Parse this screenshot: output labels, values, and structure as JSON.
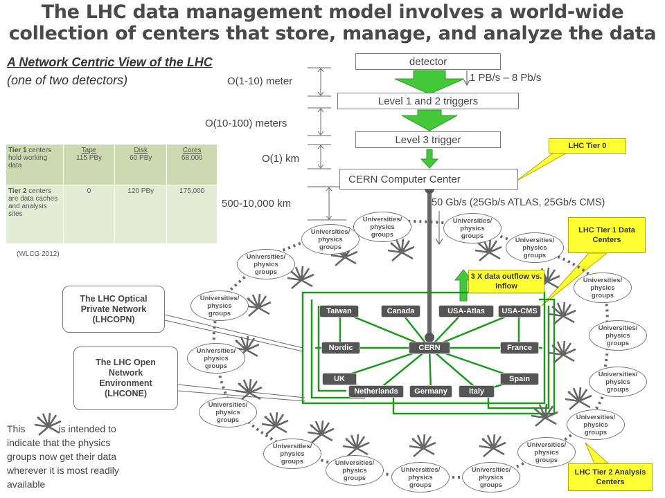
{
  "title": "The LHC data management model involves a world-wide collection of centers that store, manage, and analyze the data",
  "subtitle": "A Network Centric View of the LHC",
  "subtitle2": "(one of two detectors)",
  "pipeline": {
    "detector": "detector",
    "l12": "Level 1 and 2 triggers",
    "l3": "Level 3 trigger",
    "cern": "CERN Computer Center",
    "rate": "1 PB/s – 8 Pb/s",
    "link_rate": "50 Gb/s (25Gb/s ATLAS, 25Gb/s CMS)"
  },
  "distances": [
    "O(1-10) meter",
    "O(10-100) meters",
    "O(1) km",
    "500-10,000 km"
  ],
  "tiers_table": {
    "header": {
      "label_bold": "Tier 1",
      "label_rest": " centers hold working data",
      "tape_h": "Tape",
      "tape_v": "115 PBy",
      "disk_h": "Disk",
      "disk_v": "60 PBy",
      "cores_h": "Cores",
      "cores_v": "68,000"
    },
    "row2": {
      "label_bold": "Tier 2",
      "label_rest": " centers are data caches and analysis sites",
      "tape": "0",
      "disk": "120 PBy",
      "cores": "175,000"
    },
    "source": "(WLCG 2012)"
  },
  "callouts": {
    "tier0": "LHC Tier 0",
    "tier1": "LHC Tier 1 Data Centers",
    "outflow": "3 X data outflow vs. inflow",
    "tier2": "LHC Tier 2 Analysis Centers",
    "lhcopn": "The LHC Optical Private Network (LHCOPN)",
    "lhcone": "The LHC Open Network Environment (LHCONE)"
  },
  "university_label": "Universities/ physics groups",
  "nodes": {
    "taiwan": "Taiwan",
    "canada": "Canada",
    "usa_atlas": "USA-Atlas",
    "usa_cms": "USA-CMS",
    "nordic": "Nordic",
    "cern": "CERN",
    "france": "France",
    "uk": "UK",
    "spain": "Spain",
    "netherlands": "Netherlands",
    "germany": "Germany",
    "italy": "Italy"
  },
  "note": {
    "before": "This",
    "after": "is intended to indicate that the physics groups now get their data wherever it is most readily available"
  },
  "colors": {
    "arrow_green": "#44c83a",
    "network_green": "#1a9a1a",
    "callout_yellow": "#ffff33",
    "node_dark": "#555555"
  }
}
